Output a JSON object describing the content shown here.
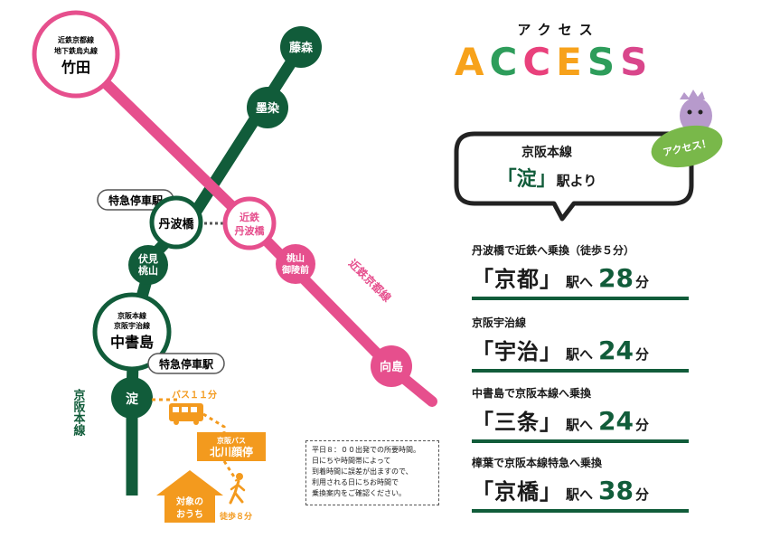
{
  "header": {
    "kana": "アクセス",
    "word_letters": [
      "A",
      "C",
      "C",
      "E",
      "S",
      "S"
    ],
    "word_colors": [
      "#f7a21b",
      "#2e9d5b",
      "#e9417c",
      "#f7a21b",
      "#2e9d5b",
      "#d9468b"
    ]
  },
  "bubble": {
    "line_label": "京阪本線",
    "station": "「淀」",
    "station_suffix": "駅より",
    "badge": "アクセス！"
  },
  "routes": [
    {
      "sub": "丹波橋で近鉄へ乗換（徒歩５分）",
      "station": "「京都」",
      "eki": "駅へ",
      "minutes": "28",
      "unit": "分"
    },
    {
      "sub": "京阪宇治線",
      "station": "「宇治」",
      "eki": "駅へ",
      "minutes": "24",
      "unit": "分"
    },
    {
      "sub": "中書島で京阪本線へ乗換",
      "station": "「三条」",
      "eki": "駅へ",
      "minutes": "24",
      "unit": "分"
    },
    {
      "sub": "樟葉で京阪本線特急へ乗換",
      "station": "「京橋」",
      "eki": "駅へ",
      "minutes": "38",
      "unit": "分"
    }
  ],
  "map": {
    "colors": {
      "green": "#115c3a",
      "pink": "#e64f8d",
      "orange": "#f39a1e"
    },
    "stations": {
      "takeda": {
        "line1": "近鉄京都線",
        "line2": "地下鉄烏丸線",
        "name": "竹田"
      },
      "fujinomori": "藤森",
      "sumizome": "墨染",
      "tanbabashi": "丹波橋",
      "kintetsu_tanbabashi": [
        "近鉄",
        "丹波橋"
      ],
      "momoyama_goryomae": [
        "桃山",
        "御陵前"
      ],
      "fushimi_momoyama": [
        "伏見",
        "桃山"
      ],
      "chushojima": {
        "line1": "京阪本線",
        "line2": "京阪宇治線",
        "name": "中書島"
      },
      "yodo": "淀",
      "mukaijima": "向島"
    },
    "express_tags": [
      "特急停車駅",
      "特急停車駅"
    ],
    "line_labels": {
      "keihan": "京阪本線",
      "kintetsu": "近鉄京都線"
    },
    "bus": {
      "label": "バス１１分",
      "stop": [
        "京阪バス",
        "北川顔停"
      ]
    },
    "house": [
      "対象の",
      "おうち"
    ],
    "walk": "徒歩８分"
  },
  "note": "平日８：００出発での所要時間。\n日にちや時間帯によって\n到着時間に誤差が出ますので、\n利用される日にちお時間で\n乗換案内をご確認ください。"
}
